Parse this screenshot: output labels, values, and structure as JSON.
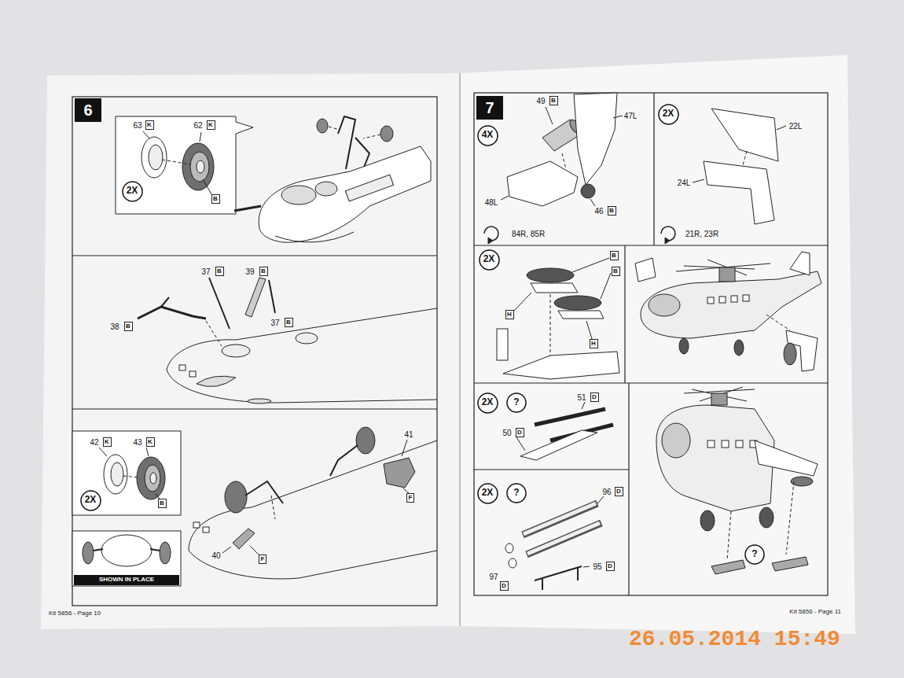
{
  "diagram": {
    "nodes": [
      {
        "text": [
          "6"
        ]
      },
      {
        "text": [
          "K"
        ]
      },
      {
        "text": [
          "K"
        ]
      },
      {
        "text": [
          "2X"
        ]
      },
      {
        "text": [
          "B"
        ]
      },
      {
        "text": [
          "B"
        ]
      },
      {
        "text": [
          "B"
        ]
      },
      {
        "text": [
          "B"
        ]
      },
      {
        "text": [
          "B"
        ]
      },
      {
        "text": [
          "K"
        ]
      },
      {
        "text": [
          "K"
        ]
      },
      {
        "text": [
          "2X"
        ]
      },
      {
        "text": [
          "B"
        ]
      },
      {
        "text": [
          "SHOWN IN PLACE"
        ]
      },
      {
        "text": [
          "F"
        ]
      },
      {
        "text": [
          "F"
        ]
      },
      {
        "text": [
          "7"
        ]
      },
      {
        "text": [
          "B"
        ]
      },
      {
        "text": [
          "4X"
        ]
      },
      {
        "text": [
          "B"
        ]
      },
      {
        "text": [
          "2X"
        ]
      },
      {
        "text": [
          "2X"
        ]
      },
      {
        "text": [
          "B"
        ]
      },
      {
        "text": [
          "B"
        ]
      },
      {
        "text": [
          "H"
        ]
      },
      {
        "text": [
          "H"
        ]
      },
      {
        "text": [
          "2X"
        ]
      },
      {
        "text": [
          "?"
        ]
      },
      {
        "text": [
          "D"
        ]
      },
      {
        "text": [
          "D"
        ]
      },
      {
        "text": [
          "2X"
        ]
      },
      {
        "text": [
          "?"
        ]
      },
      {
        "text": [
          "D"
        ]
      },
      {
        "text": [
          "D"
        ]
      },
      {
        "text": [
          "D"
        ]
      },
      {
        "text": [
          "?"
        ]
      }
    ],
    "labels": [
      "63",
      "62",
      "37",
      "39",
      "37",
      "38",
      "42",
      "43",
      "41",
      "40",
      "Kit 5856 - Page 10",
      "49",
      "47L",
      "48L",
      "46",
      "84R, 85R",
      "22L",
      "24L",
      "21R, 23R",
      "51",
      "50",
      "96",
      "97",
      "95",
      "Kit 5856 - Page 11",
      "26.05.2014 15:49"
    ]
  }
}
